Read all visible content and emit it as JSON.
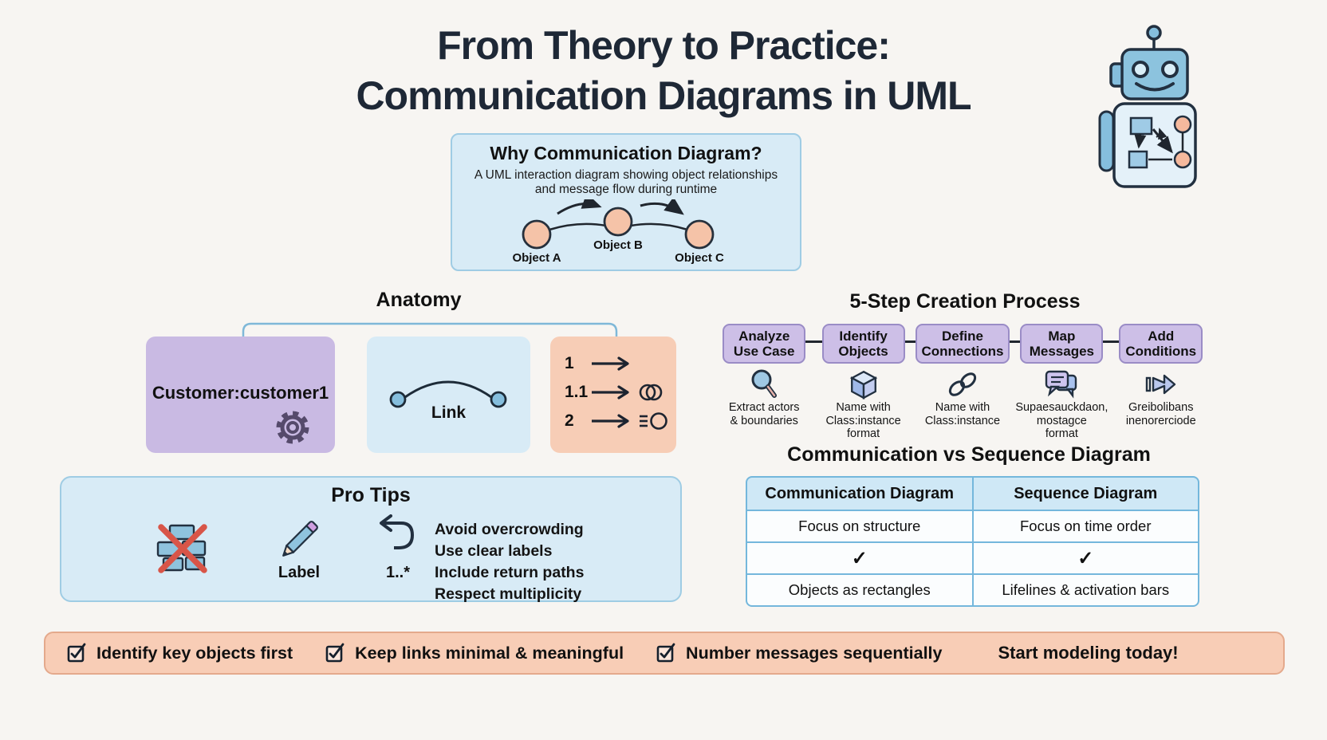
{
  "colors": {
    "background": "#f7f5f2",
    "navy": "#1e2836",
    "light_blue_panel": "#d8ebf6",
    "panel_border_blue": "#9fcce4",
    "purple_box": "#c9bae3",
    "step_purple": "#cdbfe7",
    "peach_box": "#f7cdb6",
    "peach_circle": "#f5c3a8",
    "table_border": "#74b7dc",
    "table_header_bg": "#cfe8f6",
    "footer_bg": "#f8cdb6",
    "red_x": "#d85548"
  },
  "header": {
    "title_line1": "From Theory to Practice:",
    "title_line2": "Communication Diagrams in UML"
  },
  "why_box": {
    "title": "Why Communication Diagram?",
    "description": "A UML interaction diagram showing object relationships\nand message flow during runtime",
    "object_a": "Object A",
    "object_b": "Object B",
    "object_c": "Object C"
  },
  "anatomy": {
    "title": "Anatomy",
    "object_label": "Customer:customer1",
    "link_label": "Link",
    "message_numbers": [
      "1",
      "1.1",
      "2"
    ]
  },
  "process": {
    "title": "5-Step Creation Process",
    "steps": [
      {
        "label": "Analyze\nUse Case",
        "icon": "magnifier-icon",
        "caption": "Extract actors\n& boundaries"
      },
      {
        "label": "Identify\nObjects",
        "icon": "cube-icon",
        "caption": "Name with\nClass:instance\nformat"
      },
      {
        "label": "Define\nConnections",
        "icon": "chain-link-icon",
        "caption": "Name with\nClass:instance"
      },
      {
        "label": "Map\nMessages",
        "icon": "speech-bubbles-icon",
        "caption": "Supaesauckdaon,\nmostagce\nformat"
      },
      {
        "label": "Add\nConditions",
        "icon": "flag-arrow-icon",
        "caption": "Greibolibans\ninenorerciode"
      }
    ]
  },
  "comparison": {
    "title": "Communication vs Sequence Diagram",
    "headers": [
      "Communication Diagram",
      "Sequence Diagram"
    ],
    "rows": [
      [
        "Focus on structure",
        "Focus on time order"
      ],
      [
        "✓",
        "✓"
      ],
      [
        "Objects as rectangles",
        "Lifelines & activation bars"
      ]
    ]
  },
  "pro_tips": {
    "title": "Pro Tips",
    "icons": [
      "no-overcrowding-icon",
      "pencil-icon",
      "return-arrow-icon"
    ],
    "pencil_label": "Label",
    "multiplicity_label": "1..*",
    "tips": [
      "Avoid overcrowding",
      "Use clear labels",
      "Include return paths",
      "Respect multiplicity"
    ]
  },
  "footer": {
    "items": [
      "Identify key objects first",
      "Keep links minimal & meaningful",
      "Number messages sequentially"
    ],
    "cta": "Start modeling today!"
  }
}
